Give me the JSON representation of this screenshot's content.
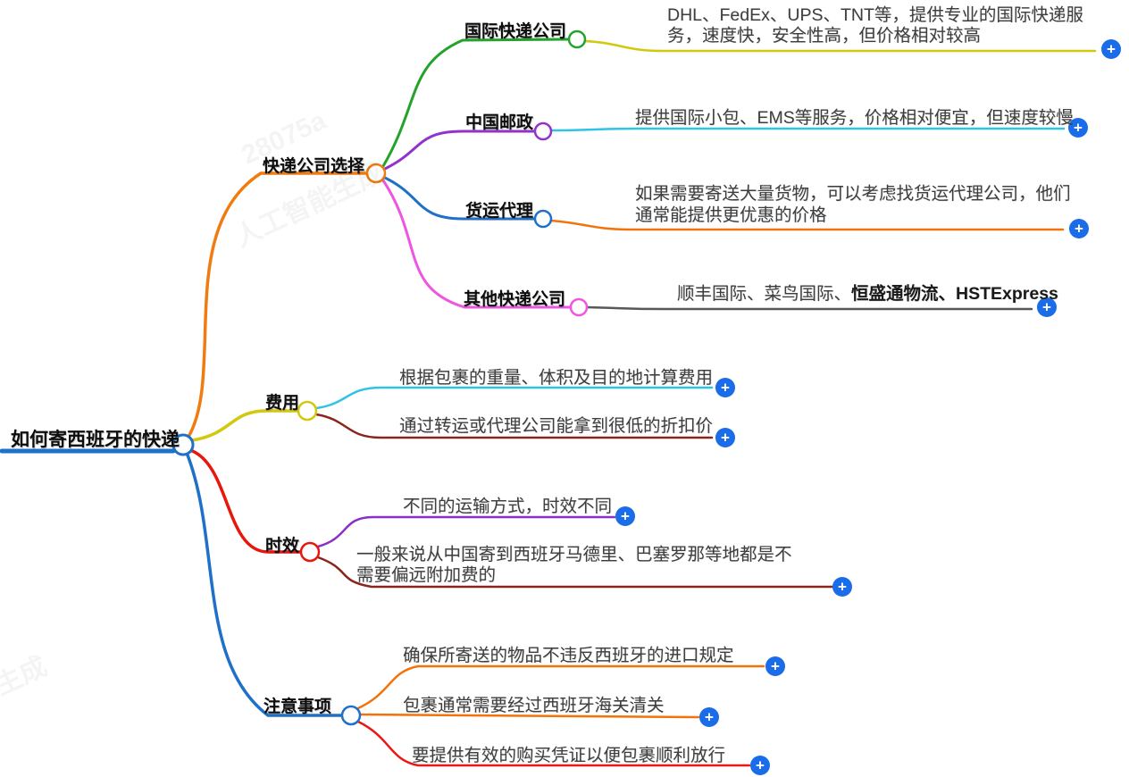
{
  "icons": {
    "plus": "+"
  },
  "colors": {
    "root": "#1e70c8",
    "branch_company": "#f07b10",
    "branch_cost": "#d2c90f",
    "branch_time": "#e8170c",
    "branch_notes": "#1e70c8",
    "child_intl": "#23a32b",
    "child_post": "#9232cc",
    "child_freight": "#1e70c8",
    "child_other": "#ee55e0",
    "leaf_yellow": "#d2c90f",
    "leaf_cyan": "#2fc4e6",
    "leaf_orange": "#f3720a",
    "leaf_gray": "#58585a",
    "leaf_darkred": "#8b241c",
    "leaf_purple": "#8b2fc9",
    "leaf_red": "#ed1515",
    "plus_button": "#1b6ce8"
  },
  "root": {
    "label": "如何寄西班牙的快递"
  },
  "branches": [
    {
      "label": "快递公司选择",
      "children": [
        {
          "label": "国际快递公司",
          "leaf": {
            "lines": [
              "DHL、FedEx、UPS、TNT等，提供专业的国际快递服",
              "务，速度快，安全性高，但价格相对较高"
            ]
          }
        },
        {
          "label": "中国邮政",
          "leaf": {
            "lines": [
              "提供国际小包、EMS等服务，价格相对便宜，但速度较慢"
            ]
          }
        },
        {
          "label": "货运代理",
          "leaf": {
            "lines": [
              "如果需要寄送大量货物，可以考虑找货运代理公司，他们",
              "通常能提供更优惠的价格"
            ]
          }
        },
        {
          "label": "其他快递公司",
          "leaf": {
            "segments": [
              {
                "text": "顺丰国际、菜鸟国际、"
              },
              {
                "text": "恒盛通物流、HSTExpress"
              }
            ]
          }
        }
      ]
    },
    {
      "label": "费用",
      "leaves": [
        {
          "lines": [
            "根据包裹的重量、体积及目的地计算费用"
          ]
        },
        {
          "lines": [
            "通过转运或代理公司能拿到很低的折扣价"
          ]
        }
      ]
    },
    {
      "label": "时效",
      "leaves": [
        {
          "lines": [
            "不同的运输方式，时效不同"
          ]
        },
        {
          "lines": [
            "一般来说从中国寄到西班牙马德里、巴塞罗那等地都是不",
            "需要偏远附加费的"
          ]
        }
      ]
    },
    {
      "label": "注意事项",
      "leaves": [
        {
          "lines": [
            "确保所寄送的物品不违反西班牙的进口规定"
          ]
        },
        {
          "lines": [
            "包裹通常需要经过西班牙海关清关"
          ]
        },
        {
          "lines": [
            "要提供有效的购买凭证以便包裹顺利放行"
          ]
        }
      ]
    }
  ],
  "watermarks": [
    "28075a",
    "人工智能生成",
    "生成"
  ]
}
